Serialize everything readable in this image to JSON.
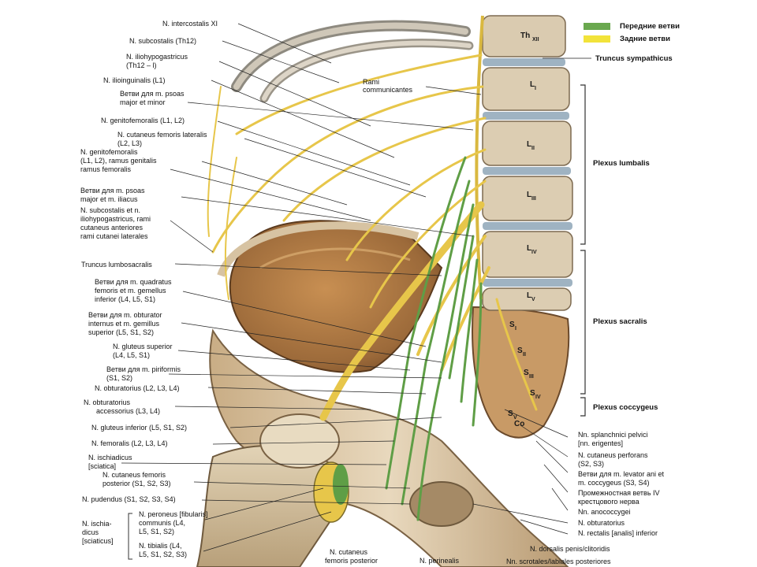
{
  "legend": {
    "items": [
      {
        "label": "Передние ветви",
        "color": "#6aa84f"
      },
      {
        "label": "Задние ветви",
        "color": "#f2e33a"
      }
    ]
  },
  "colors": {
    "anterior_branch": "#6aa84f",
    "posterior_branch": "#e9d33c",
    "nerve_main": "#e7c64a",
    "bone": "#d9c3a0",
    "bone_dark": "#b9875a",
    "muscle": "#c0884c"
  },
  "vertebrae": [
    "Th",
    "XII",
    "L",
    "I",
    "L",
    "II",
    "L",
    "III",
    "L",
    "IV",
    "L",
    "V",
    "S",
    "I",
    "S",
    "II",
    "S",
    "III",
    "S",
    "IV",
    "S",
    "V",
    "Co"
  ],
  "labels_left": [
    "N. intercostalis XI",
    "N. subcostalis (Th12)",
    "N. iliohypogastricus",
    "(Th12 – l)",
    "N. ilioinguinalis (L1)",
    "Ветви для m. psoas",
    "major et minor",
    "N. genitofemoralis (L1, L2)",
    "N. cutaneus femoris lateralis",
    "(L2, L3)",
    "N. genitofemoralis",
    "(L1, L2), ramus genitalis",
    "ramus femoralis",
    "Ветви для m. psoas",
    "major et m. iliacus",
    "N. subcostalis et n.",
    "iliohypogastricus, rami",
    "cutaneus anteriores",
    "rami cutanei laterales",
    "Truncus lumbosacralis",
    "Ветви для m. quadratus",
    "femoris et m. gemellus",
    "inferior (L4, L5, S1)",
    "Ветви для m. obturator",
    "internus et m. gemillus",
    "superior (L5, S1, S2)",
    "N. gluteus superior",
    "(L4, L5, S1)",
    "Ветви для m. piriformis",
    "(S1, S2)",
    "N. obturatorius (L2, L3, L4)",
    "N. obturatorius",
    "accessorius (L3, L4)",
    "N. gluteus inferior (L5, S1, S2)",
    "N. femoralis (L2, L3, L4)",
    "N. ischiadicus",
    "[sciatica]",
    "N. cutaneus femoris",
    "posterior (S1, S2, S3)",
    "N. pudendus (S1, S2, S3, S4)",
    "N. ischia-",
    "dicus",
    "[sciaticus]",
    "N. peroneus [fibularis]",
    "communis (L4,",
    "L5, S1, S2)",
    "N. tibialis (L4,",
    "L5, S1, S2, S3)"
  ],
  "labels_right": [
    "Truncus sympathicus",
    "Rami",
    "communicantes",
    "Plexus lumbalis",
    "Plexus sacralis",
    "Plexus coccygeus",
    "Nn. splanchnici pelvici",
    "[nn. erigentes]",
    "N. cutaneus perforans",
    "(S2, S3)",
    "Ветви для m. levator ani et",
    "m. coccygeus (S3, S4)",
    "Промежностная ветвь IV",
    "крестцового нерва",
    "Nn. anococcygei",
    "N. obturatorius",
    "N. rectalis [analis] inferior"
  ],
  "labels_bottom": [
    "N. cutaneus",
    "femoris posterior",
    "N. perinealis",
    "Nn. scrotales/labiales posteriores",
    "N. dorsalis penis/clitoridis"
  ]
}
